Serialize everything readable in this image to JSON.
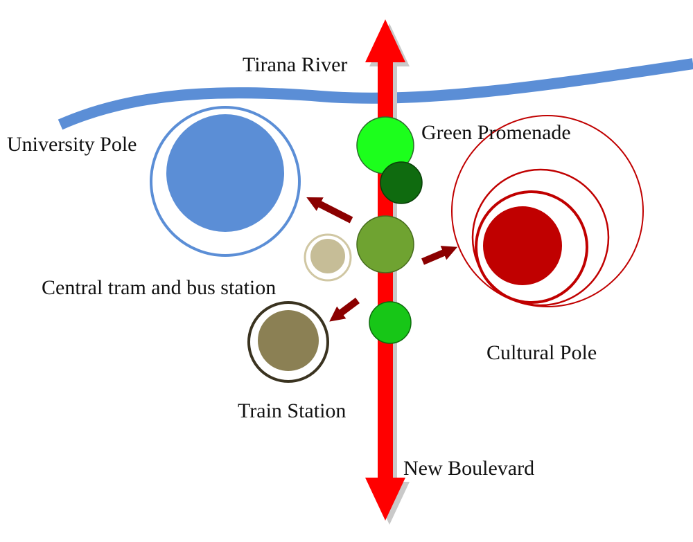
{
  "labels": {
    "river": "Tirana River",
    "green_promenade": "Green Promenade",
    "university_pole": "University Pole",
    "central_station": "Central tram and bus station",
    "cultural_pole": "Cultural Pole",
    "train_station": "Train Station",
    "new_boulevard": "New Boulevard"
  },
  "colors": {
    "river": "#5b8ed6",
    "boulevard": "#ff0000",
    "boulevard_shadow": "#c9c9c9",
    "university": "#5b8ed6",
    "green_light": "#1cff1c",
    "green_dark": "#0f6b0f",
    "green_olive": "#6fa331",
    "green_mid": "#17c617",
    "central_station_fill": "#c6bd97",
    "central_station_ring": "#d0c7a3",
    "train_station_fill": "#8b8054",
    "train_station_ring": "#3a3320",
    "cultural": "#c00000",
    "arrow": "#8b0000"
  }
}
